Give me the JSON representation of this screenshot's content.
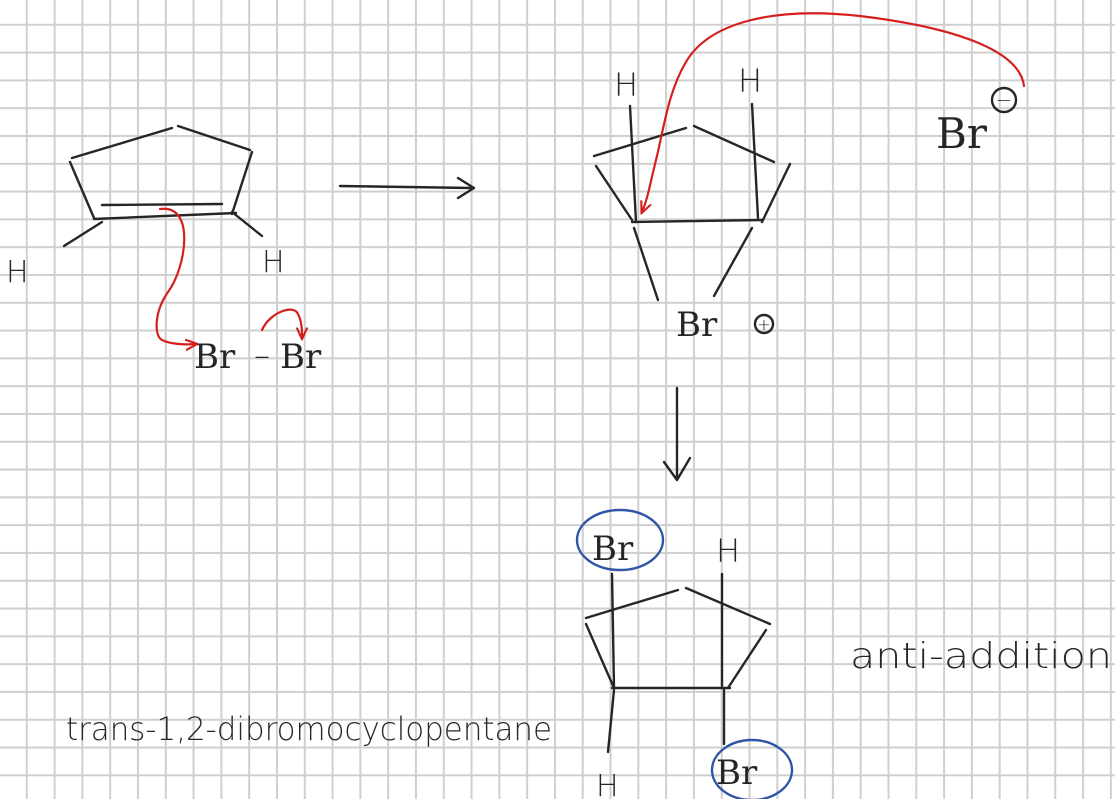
{
  "reactant": {
    "h_left": "H",
    "h_right": "H",
    "br1": "Br",
    "dash": "–",
    "br2": "Br"
  },
  "intermediate": {
    "h_left": "H",
    "h_right": "H",
    "bromonium": "Br",
    "plus_charge": "+",
    "bromide": "Br",
    "minus_charge": "−"
  },
  "product": {
    "br_top": "Br",
    "h_top": "H",
    "h_bottom": "H",
    "br_bottom": "Br"
  },
  "labels": {
    "product_name": "trans-1,2-dibromocyclopentane",
    "mechanism": "anti-addition"
  },
  "colors": {
    "ink": "#262626",
    "arrow_red": "#d41f1f",
    "circle_blue": "#2f55a8",
    "grid": "#cfcfcf"
  }
}
